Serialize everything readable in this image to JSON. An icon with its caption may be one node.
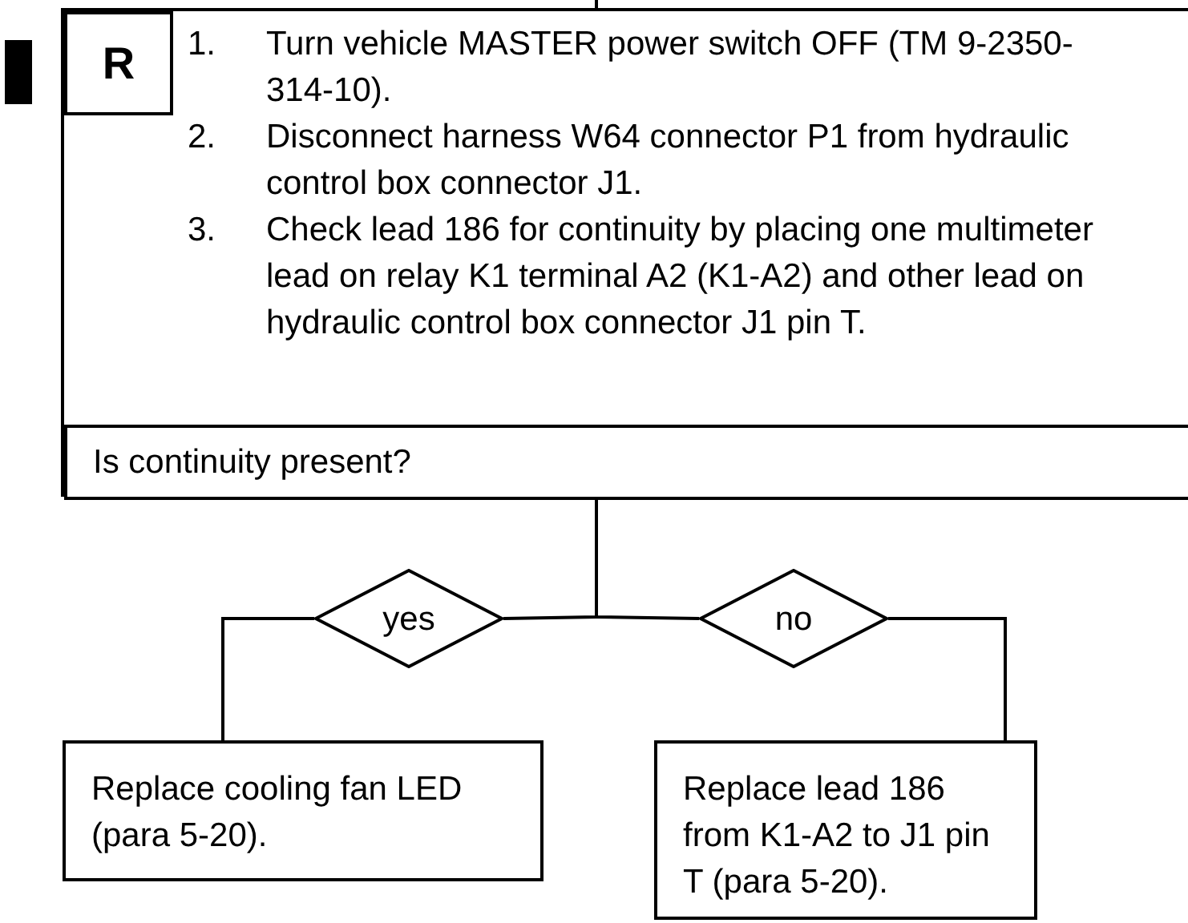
{
  "diagram": {
    "nodes": [
      {
        "text": [
          "1.",
          "Turn vehicle MASTER power switch OFF (TM 9-2350-314-10).",
          "2.",
          "Disconnect harness W64 connector P1 from hydraulic control box connector J1.",
          "3.",
          "Check lead 186 for continuity by placing one multimeter lead on relay K1 terminal A2 (K1-A2) and other lead on hydraulic control box connector J1 pin T."
        ]
      },
      {
        "text": [
          "R"
        ],
        "in": 0
      },
      {
        "text": [
          "Is continuity present?"
        ],
        "in": 0
      },
      {
        "text": [
          "yes"
        ]
      },
      {
        "text": [
          "no"
        ]
      },
      {
        "text": [
          "Replace cooling fan LED (para 5-20)."
        ]
      },
      {
        "text": [
          "Replace lead 186 from K1-A2 to J1 pin T (para 5-20)."
        ]
      }
    ],
    "edges": [
      {
        "from": null,
        "to": 0,
        "arrow": "none"
      },
      {
        "from": 2,
        "to": 3,
        "arrow": "none"
      },
      {
        "from": 2,
        "to": 4,
        "arrow": "none"
      },
      {
        "from": 3,
        "to": 5,
        "arrow": "none"
      },
      {
        "from": 4,
        "to": 6,
        "arrow": "none"
      }
    ]
  }
}
